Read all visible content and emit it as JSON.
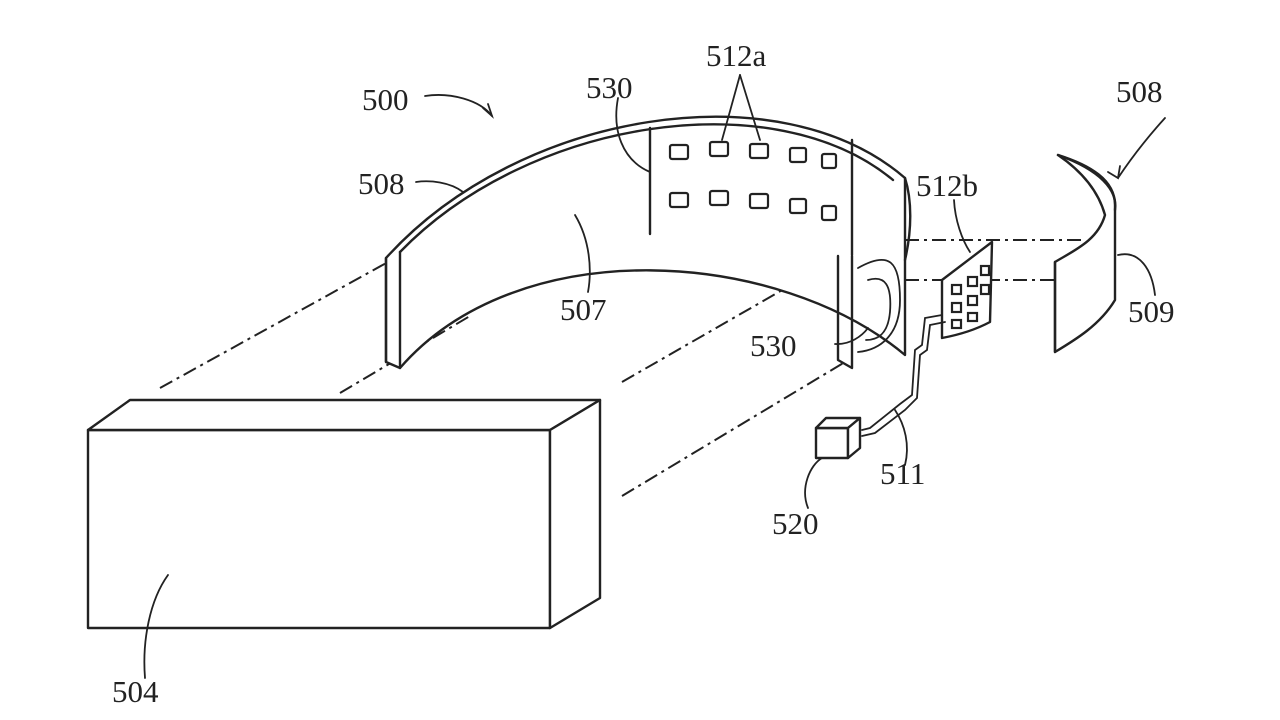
{
  "figure": {
    "labels": {
      "system": "500",
      "band_left": "508",
      "band_right": "508",
      "inner_surface": "507",
      "sensor_array_top": "512a",
      "sensor_array_side": "512b",
      "band_panel_top": "530",
      "band_panel_side": "530",
      "attachment": "509",
      "cable": "511",
      "module": "520",
      "housing": "504"
    }
  }
}
